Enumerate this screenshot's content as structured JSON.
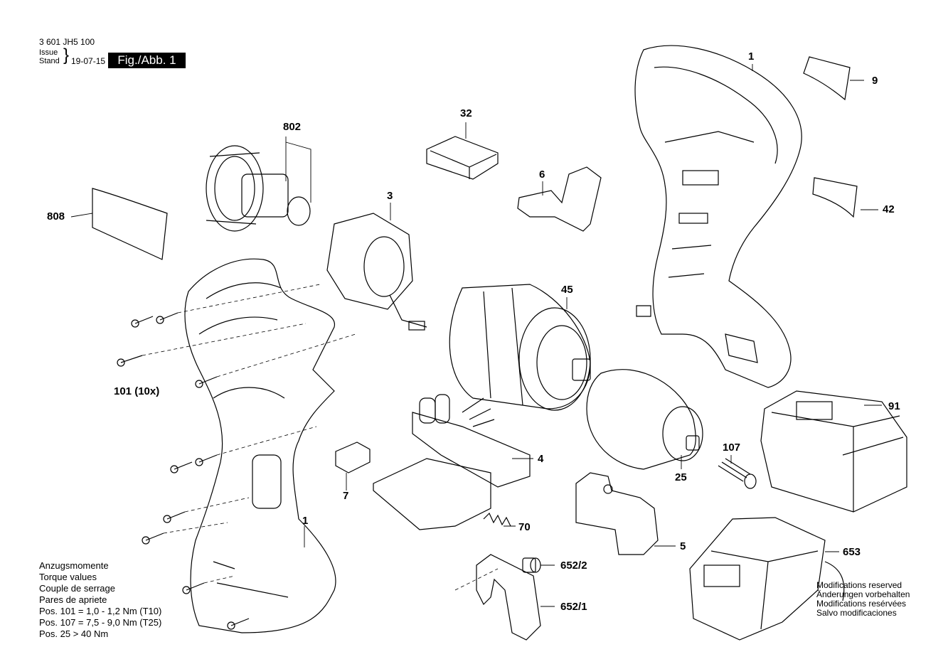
{
  "header": {
    "doc_number": "3 601 JH5 100",
    "issue_label": "Issue",
    "stand_label": "Stand",
    "date": "19-07-15",
    "figure": "Fig./Abb. 1"
  },
  "parts": {
    "p1_top": "1",
    "p9": "9",
    "p32": "32",
    "p802": "802",
    "p6": "6",
    "p42": "42",
    "p808": "808",
    "p3": "3",
    "p45": "45",
    "p101": "101 (10x)",
    "p91": "91",
    "p4": "4",
    "p7": "7",
    "p107": "107",
    "p25": "25",
    "p70": "70",
    "p1_bottom": "1",
    "p5": "5",
    "p653": "653",
    "p652_2": "652/2",
    "p652_1": "652/1"
  },
  "torque": {
    "lines": [
      "Anzugsmomente",
      "Torque values",
      "Couple de serrage",
      "Pares de apriete",
      "Pos. 101  = 1,0 - 1,2 Nm (T10)",
      "Pos. 107  = 7,5 - 9,0 Nm (T25)",
      "Pos. 25   > 40 Nm"
    ]
  },
  "modifications": {
    "lines": [
      "Modifications reserved",
      "Änderungen vorbehalten",
      "Modifications resérvées",
      "Salvo modificaciones"
    ]
  }
}
